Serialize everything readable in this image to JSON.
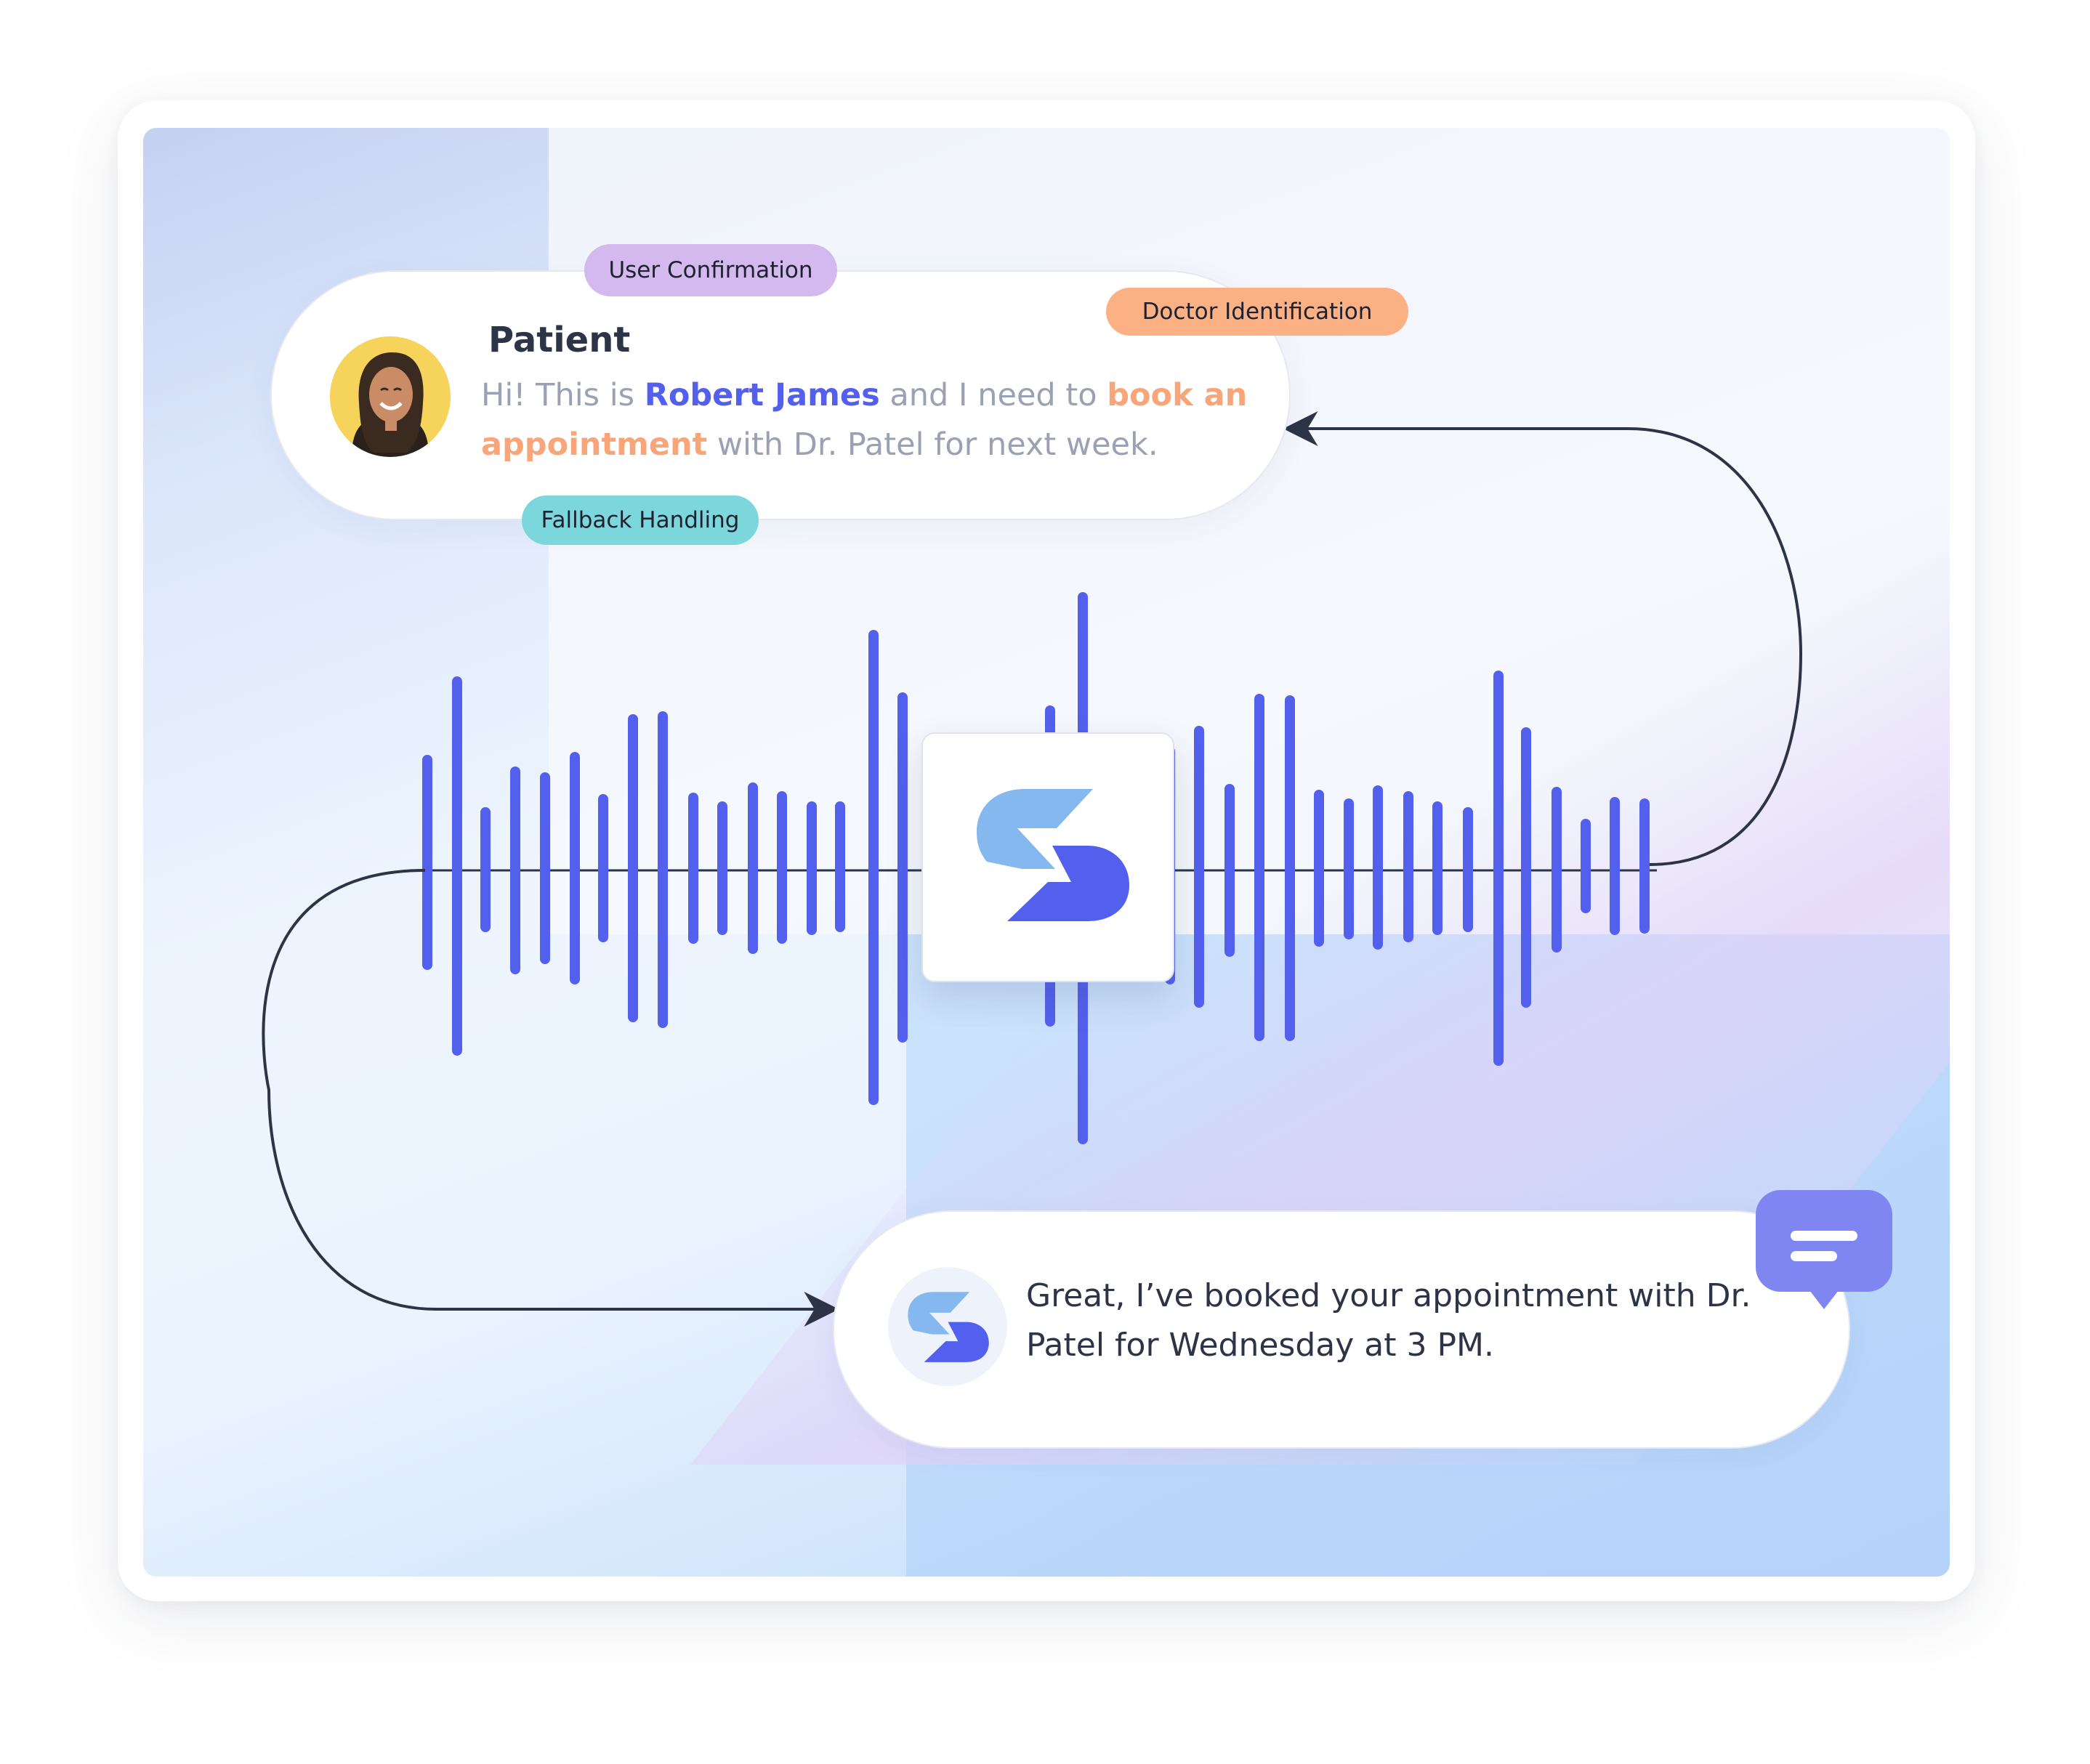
{
  "patient_card": {
    "sender_label": "Patient",
    "message_intro": "Hi! This is ",
    "user_name": "Robert James",
    "message_mid": " and I need to ",
    "intent": "book an appointment",
    "message_end": " with Dr. Patel for next week."
  },
  "tags": {
    "user_confirmation": "User Confirmation",
    "doctor_identification": "Doctor Identification",
    "fallback_handling": "Fallback Handling"
  },
  "agent_card": {
    "reply": "Great, I’ve booked your appointment with Dr. Patel for Wednesday at 3 PM."
  },
  "colors": {
    "accent": "#5360ee",
    "intent": "#f9a57a",
    "tag_confirmation": "#d4b9ee",
    "tag_doctor": "#fbb184",
    "tag_fallback": "#7cd7dd",
    "logo_light": "#86b8f0"
  },
  "icons": {
    "avatar": "patient-avatar-photo",
    "logo": "brand-s-logo",
    "chat": "chat-message-icon"
  }
}
